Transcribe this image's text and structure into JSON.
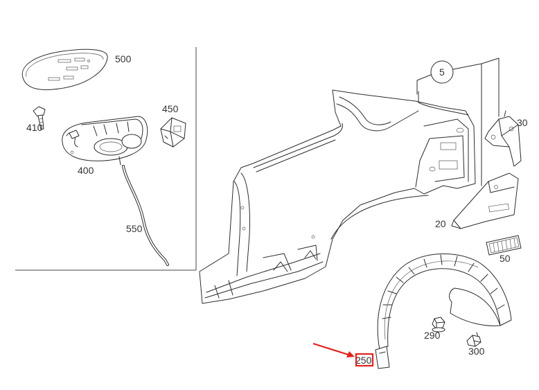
{
  "callouts": {
    "c500": "500",
    "c410": "410",
    "c450": "450",
    "c400": "400",
    "c550": "550",
    "c5": "5",
    "c30": "30",
    "c20": "20",
    "c50": "50",
    "c290": "290",
    "c300": "300",
    "c250": "250"
  },
  "highlight": {
    "color": "#e3211c",
    "selected_callout": "250"
  },
  "colors": {
    "line": "#2b2b2b",
    "label": "#333333",
    "background": "#ffffff"
  }
}
